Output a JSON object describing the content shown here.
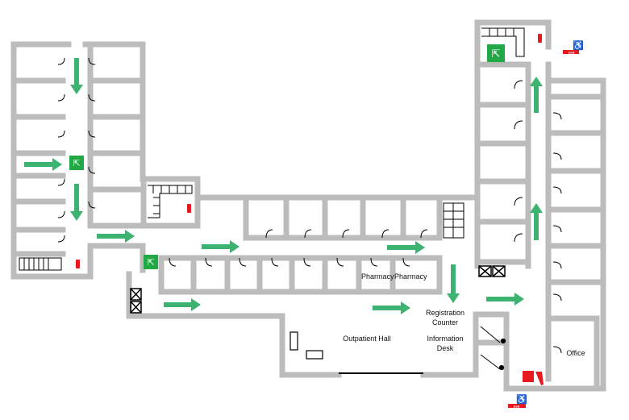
{
  "labels": {
    "pharmacy_1": "Pharmacy",
    "pharmacy_2": "Pharmacy",
    "outpatient_hall": "Outpatient Hall",
    "registration_counter": "Registration Counter",
    "information_desk": "Information Desk",
    "office": "Office",
    "exit_top": "Exit",
    "exit_bottom": "Exit"
  },
  "colors": {
    "wall": "#bcbcbc",
    "arrow": "#3cb371",
    "exit_sign": "#22a845",
    "fire": "#e8191e"
  }
}
